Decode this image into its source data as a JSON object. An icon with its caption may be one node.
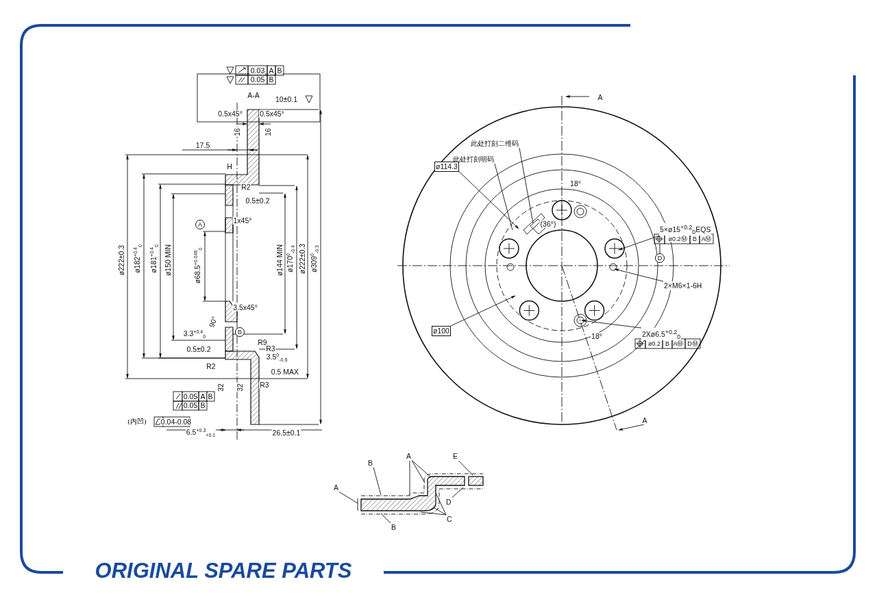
{
  "diagram": {
    "nodes": [
      {
        "text": [
          "此处打刻二维码"
        ]
      },
      {
        "text": [
          "此处打刻明码"
        ]
      },
      {
        "text": [
          "ø114.3"
        ]
      },
      {
        "text": [
          "ø100"
        ]
      },
      {
        "text": [
          "5×ø15$^{+0.2}$$_{0}$EQS"
        ]
      },
      {
        "text": [
          "2×M6×1-6H"
        ]
      },
      {
        "text": [
          "2Xø6.5$^{+0.2}$$_{0}$"
        ]
      },
      {
        "text": [
          "A"
        ]
      },
      {
        "text": [
          "B"
        ]
      },
      {
        "text": [
          "A"
        ]
      },
      {
        "text": [
          "E"
        ]
      },
      {
        "text": [
          "D"
        ]
      },
      {
        "text": [
          "B"
        ]
      },
      {
        "text": [
          "C"
        ]
      },
      {
        "text": [],
        "shape": "picture"
      }
    ],
    "edges": [
      {
        "from": 0,
        "to": null,
        "arrow": "none"
      },
      {
        "from": 1,
        "to": null,
        "arrow": "none"
      },
      {
        "from": 2,
        "to": null,
        "arrow": "to"
      },
      {
        "from": 3,
        "to": null,
        "arrow": "to"
      },
      {
        "from": 4,
        "to": null,
        "arrow": "to"
      },
      {
        "from": 5,
        "to": null,
        "arrow": "to"
      },
      {
        "from": 6,
        "to": null,
        "arrow": "to"
      },
      {
        "from": 7,
        "to": 14,
        "arrow": "none"
      },
      {
        "from": 8,
        "to": 14,
        "arrow": "none"
      },
      {
        "from": 9,
        "to": 14,
        "arrow": "none"
      },
      {
        "from": 9,
        "to": 14,
        "arrow": "none"
      },
      {
        "from": 9,
        "to": 14,
        "arrow": "none"
      },
      {
        "from": 10,
        "to": 14,
        "arrow": "none"
      },
      {
        "from": 11,
        "to": 14,
        "arrow": "none"
      },
      {
        "from": 12,
        "to": 14,
        "arrow": "none"
      },
      {
        "from": 13,
        "to": 14,
        "arrow": "none"
      },
      {
        "from": 13,
        "to": 14,
        "arrow": "none"
      },
      {
        "from": 13,
        "to": 14,
        "arrow": "none"
      }
    ],
    "labels": [
      "0.03",
      "A",
      "B",
      "0.05",
      "B",
      "A-A",
      "10±0.1",
      "0.5x45°",
      "0.5x45°",
      "16",
      "16",
      "17.5",
      "H",
      "R2",
      "0.5±0.2",
      "1x45°",
      "A",
      "ø222±0.3",
      "ø182$^{+0.4}$$_{0}$",
      "ø181$^{+0.4}$$_{0}$",
      "ø150 MIN",
      "ø68.5$^{+0.046}$$_{0}$",
      "ø144 MIN",
      "ø170$^{0}$$_{-0.4}$",
      "ø222±0.3",
      "ø309$^{0}$$_{-0.3}$",
      "3.5x45°",
      "90°",
      "3.3$^{+0.4}$$_{0}$",
      "B",
      "0.5±0.2",
      "R9",
      "R3",
      "R2",
      "3.5$^{0}$$_{-0.5}$",
      "0.5 MAX",
      "R3",
      "32",
      "32",
      "0.05",
      "A",
      "B",
      "0.05",
      "B",
      "(内凹)",
      "0.04-0.08",
      "6.5$^{+0.3}$$_{+0.1}$",
      "26.5±0.1",
      "A",
      "A",
      "18°",
      "(36°)",
      "18°",
      "ø0.2Ⓜ",
      "B",
      "AⓂ",
      "D",
      "ø0.2",
      "B",
      "AⓂ",
      "DⓂ",
      "ORIGINAL SPARE PARTS"
    ]
  }
}
